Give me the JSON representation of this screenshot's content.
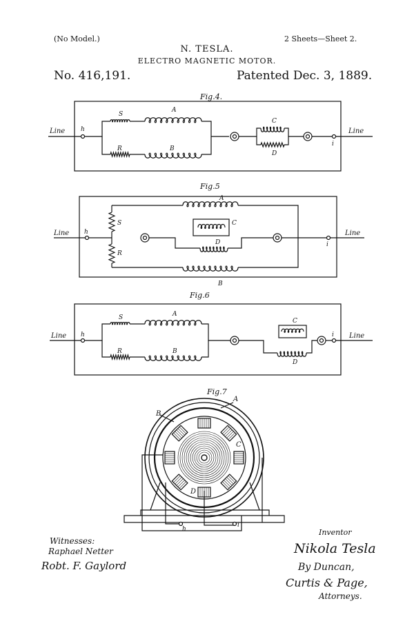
{
  "header": {
    "no_model": "(No Model.)",
    "sheets": "2 Sheets—Sheet 2.",
    "inventor_name": "N. TESLA.",
    "invention_title": "ELECTRO MAGNETIC MOTOR.",
    "patent_number": "No. 416,191.",
    "patent_date": "Patented Dec. 3, 1889."
  },
  "figures": {
    "fig4": {
      "title": "Fig.4.",
      "labels": {
        "line_left": "Line",
        "line_right": "Line",
        "h": "h",
        "i": "i",
        "S": "S",
        "A": "A",
        "R": "R",
        "B": "B",
        "C": "C",
        "D": "D"
      }
    },
    "fig5": {
      "title": "Fig.5",
      "labels": {
        "line_left": "Line",
        "line_right": "Line",
        "h": "h",
        "i": "i",
        "S": "S",
        "R": "R",
        "A": "A",
        "C": "C",
        "D": "D",
        "B": "B"
      }
    },
    "fig6": {
      "title": "Fig.6",
      "labels": {
        "line_left": "Line",
        "line_right": "Line",
        "h": "h",
        "i": "i",
        "S": "S",
        "A": "A",
        "R": "R",
        "B": "B",
        "C": "C",
        "D": "D"
      }
    },
    "fig7": {
      "title": "Fig.7",
      "labels": {
        "A": "A",
        "B": "B",
        "C": "C",
        "D": "D",
        "h": "h",
        "i": "i"
      }
    }
  },
  "footer": {
    "witnesses_label": "Witnesses:",
    "witness_1": "Raphael Netter",
    "witness_2": "Robt. F. Gaylord",
    "inventor_label": "Inventor",
    "inventor_signature": "Nikola Tesla",
    "attorney_line_1": "By Duncan,",
    "attorney_line_2": "Curtis & Page,",
    "attorneys_label": "Attorneys."
  }
}
